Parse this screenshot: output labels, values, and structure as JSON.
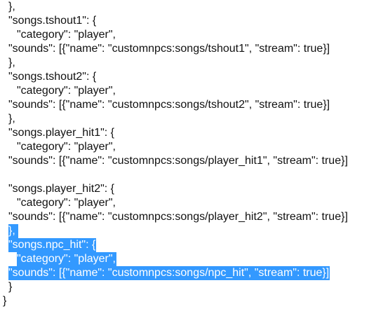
{
  "editor": {
    "lines": [
      {
        "text": "},",
        "selected": false
      },
      {
        "text": "\"songs.tshout1\": {",
        "selected": false
      },
      {
        "text": "\"category\": \"player\",",
        "selected": false
      },
      {
        "text": "\"sounds\": [{\"name\": \"customnpcs:songs/tshout1\", \"stream\": true}]",
        "selected": false
      },
      {
        "text": "},",
        "selected": false
      },
      {
        "text": "\"songs.tshout2\": {",
        "selected": false
      },
      {
        "text": "\"category\": \"player\",",
        "selected": false
      },
      {
        "text": "\"sounds\": [{\"name\": \"customnpcs:songs/tshout2\", \"stream\": true}]",
        "selected": false
      },
      {
        "text": "},",
        "selected": false
      },
      {
        "text": "\"songs.player_hit1\": {",
        "selected": false
      },
      {
        "text": "\"category\": \"player\",",
        "selected": false
      },
      {
        "text": "\"sounds\": [{\"name\": \"customnpcs:songs/player_hit1\", \"stream\": true}]",
        "selected": false
      },
      {
        "text": "\"songs.player_hit2\": {",
        "selected": false
      },
      {
        "text": "\"category\": \"player\",",
        "selected": false
      },
      {
        "text": "\"sounds\": [{\"name\": \"customnpcs:songs/player_hit2\", \"stream\": true}]",
        "selected": false
      },
      {
        "text": "},",
        "selected": true
      },
      {
        "text": "\"songs.npc_hit\": {",
        "selected": true
      },
      {
        "text": "\"category\": \"player\",",
        "selected": true
      },
      {
        "text": "\"sounds\": [{\"name\": \"customnpcs:songs/npc_hit\", \"stream\": true}]",
        "selected": true
      },
      {
        "text": "}",
        "selected": false
      },
      {
        "text": "}",
        "selected": false
      }
    ],
    "selection_color": "#3399ff",
    "text_color": "#111111"
  }
}
